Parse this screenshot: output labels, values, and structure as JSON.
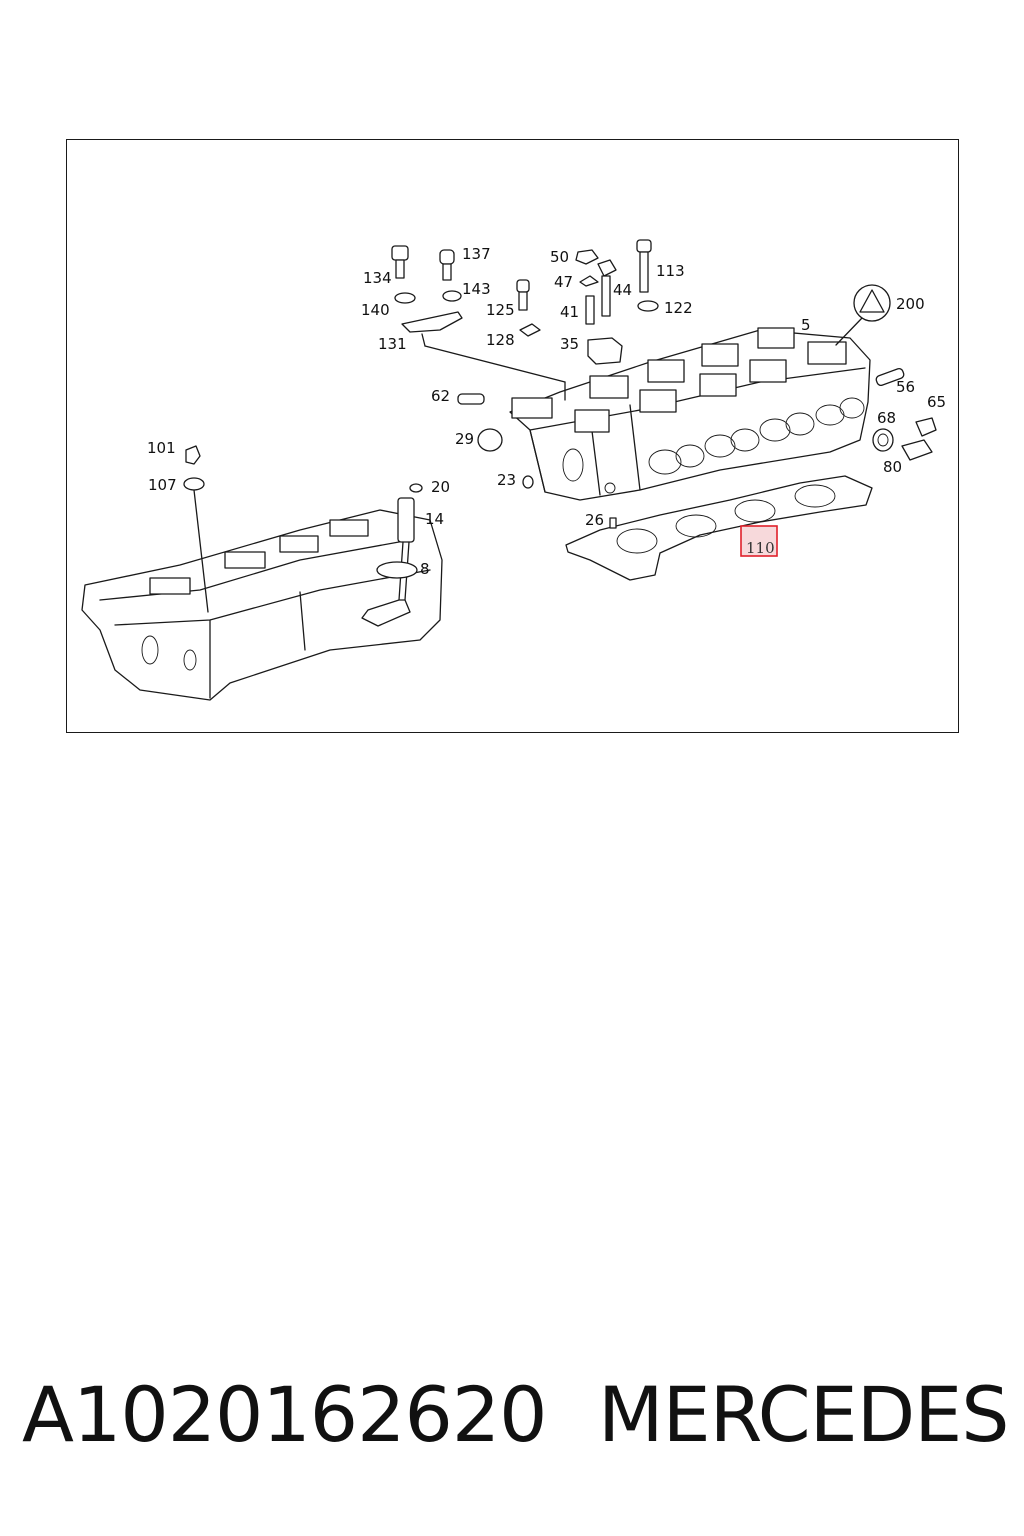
{
  "diagram": {
    "callouts": [
      "134",
      "137",
      "140",
      "143",
      "131",
      "125",
      "128",
      "50",
      "47",
      "44",
      "41",
      "35",
      "113",
      "122",
      "200",
      "5",
      "62",
      "29",
      "56",
      "65",
      "68",
      "80",
      "23",
      "26",
      "110",
      "101",
      "107",
      "20",
      "14",
      "8"
    ],
    "highlighted_part": "110",
    "highlight_color": "#e0202a"
  },
  "footer": {
    "part_number": "A1020162620",
    "brand": "MERCEDES"
  }
}
